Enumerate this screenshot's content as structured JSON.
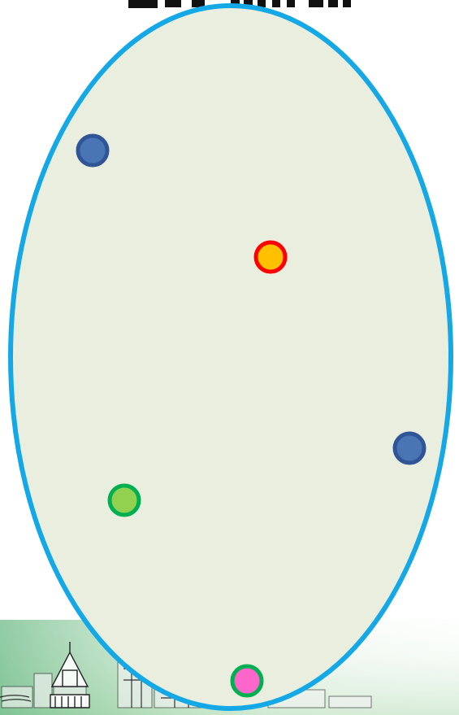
{
  "header": {
    "fragment_text": "",
    "fragment_visible": true
  },
  "diagram": {
    "shape": "ellipse",
    "fill_color": "#EAEEDF",
    "stroke_color": "#14A8E6",
    "points": [
      {
        "name": "blue-point-1",
        "fill": "#4A75B5",
        "stroke": "#2F5597"
      },
      {
        "name": "orange-point",
        "fill": "#FFC000",
        "stroke": "#FF0000"
      },
      {
        "name": "blue-point-2",
        "fill": "#4A75B5",
        "stroke": "#2F5597"
      },
      {
        "name": "green-point",
        "fill": "#92D050",
        "stroke": "#00B050"
      },
      {
        "name": "pink-point",
        "fill": "#FF66CC",
        "stroke": "#00B050"
      }
    ]
  },
  "background": {
    "art": "city-skyline-footer",
    "accent_color": "#4CAF50"
  }
}
